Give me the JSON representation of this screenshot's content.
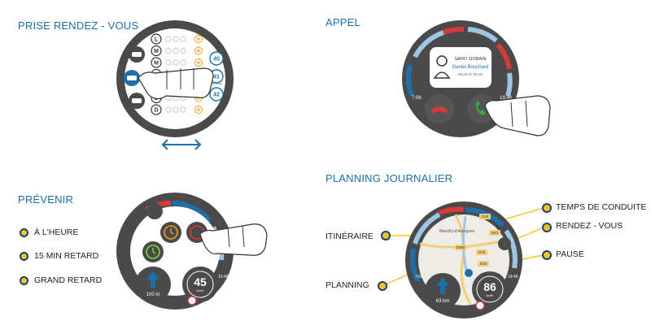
{
  "sections": {
    "rdv": {
      "title": "PRISE RENDEZ - VOUS",
      "days": [
        "L",
        "M",
        "M",
        "J",
        "V",
        "S",
        "D"
      ],
      "week_numbers": [
        "40",
        "41",
        "42"
      ],
      "week_sub": "semaine"
    },
    "call": {
      "title": "APPEL",
      "caller_company": "SAINT GOBAIN",
      "caller_name": "Daniel Bouchard",
      "caller_number": "06.06.07.00.00",
      "time_left": "7:06",
      "time_right": "19:46"
    },
    "warn": {
      "title": "PRÉVENIR",
      "options": [
        "À L'HEURE",
        "15 MIN RETARD",
        "GRAND RETARD"
      ],
      "distance": "100 m",
      "speed": "45",
      "speed_unit": "km/h",
      "time_right": "19:46"
    },
    "plan": {
      "title": "PLANNING JOURNALIER",
      "left_labels": [
        "ITINÉRAIRE",
        "PLANNING"
      ],
      "right_labels": [
        "TEMPS DE CONDUITE",
        "RENDEZ - VOUS",
        "PAUSE"
      ],
      "distance": "63 km",
      "speed": "86",
      "speed_unit": "km/h",
      "time_left": "7:06",
      "time_right": "19:46",
      "map_town": "Marcilly-d'Azergues",
      "road_labels": [
        "D30",
        "D385",
        "D16",
        "D76",
        "D44"
      ]
    }
  },
  "colors": {
    "accent_blue": "#1d6fa8",
    "ring": "#4a4a4a",
    "red": "#d63a3a",
    "green": "#3aa845",
    "yellow": "#f4c51b"
  }
}
